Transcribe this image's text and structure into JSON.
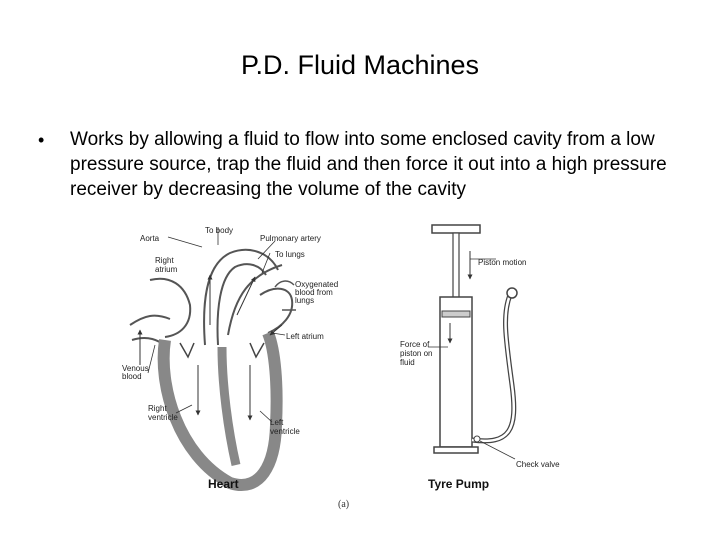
{
  "slide": {
    "title": "P.D. Fluid Machines",
    "bullet": "Works by allowing a fluid to flow into some enclosed cavity from a low pressure source, trap the fluid and then force it out into a high pressure receiver by decreasing the volume of the cavity"
  },
  "figure": {
    "heart": {
      "caption": "Heart",
      "labels": {
        "aorta": "Aorta",
        "to_body": "To body",
        "pulmonary_artery": "Pulmonary artery",
        "to_lungs": "To lungs",
        "right_atrium_1": "Right",
        "right_atrium_2": "atrium",
        "oxygenated_1": "Oxygenated",
        "oxygenated_2": "blood from",
        "oxygenated_3": "lungs",
        "left_atrium": "Left atrium",
        "venous_1": "Venous",
        "venous_2": "blood",
        "right_ventricle_1": "Right",
        "right_ventricle_2": "ventricle",
        "left_ventricle_1": "Left",
        "left_ventricle_2": "ventricle"
      }
    },
    "pump": {
      "caption": "Tyre Pump",
      "labels": {
        "piston_motion": "Piston motion",
        "force_1": "Force of",
        "force_2": "piston on",
        "force_3": "fluid",
        "check_valve": "Check valve"
      }
    },
    "subcaption": "(a)"
  }
}
